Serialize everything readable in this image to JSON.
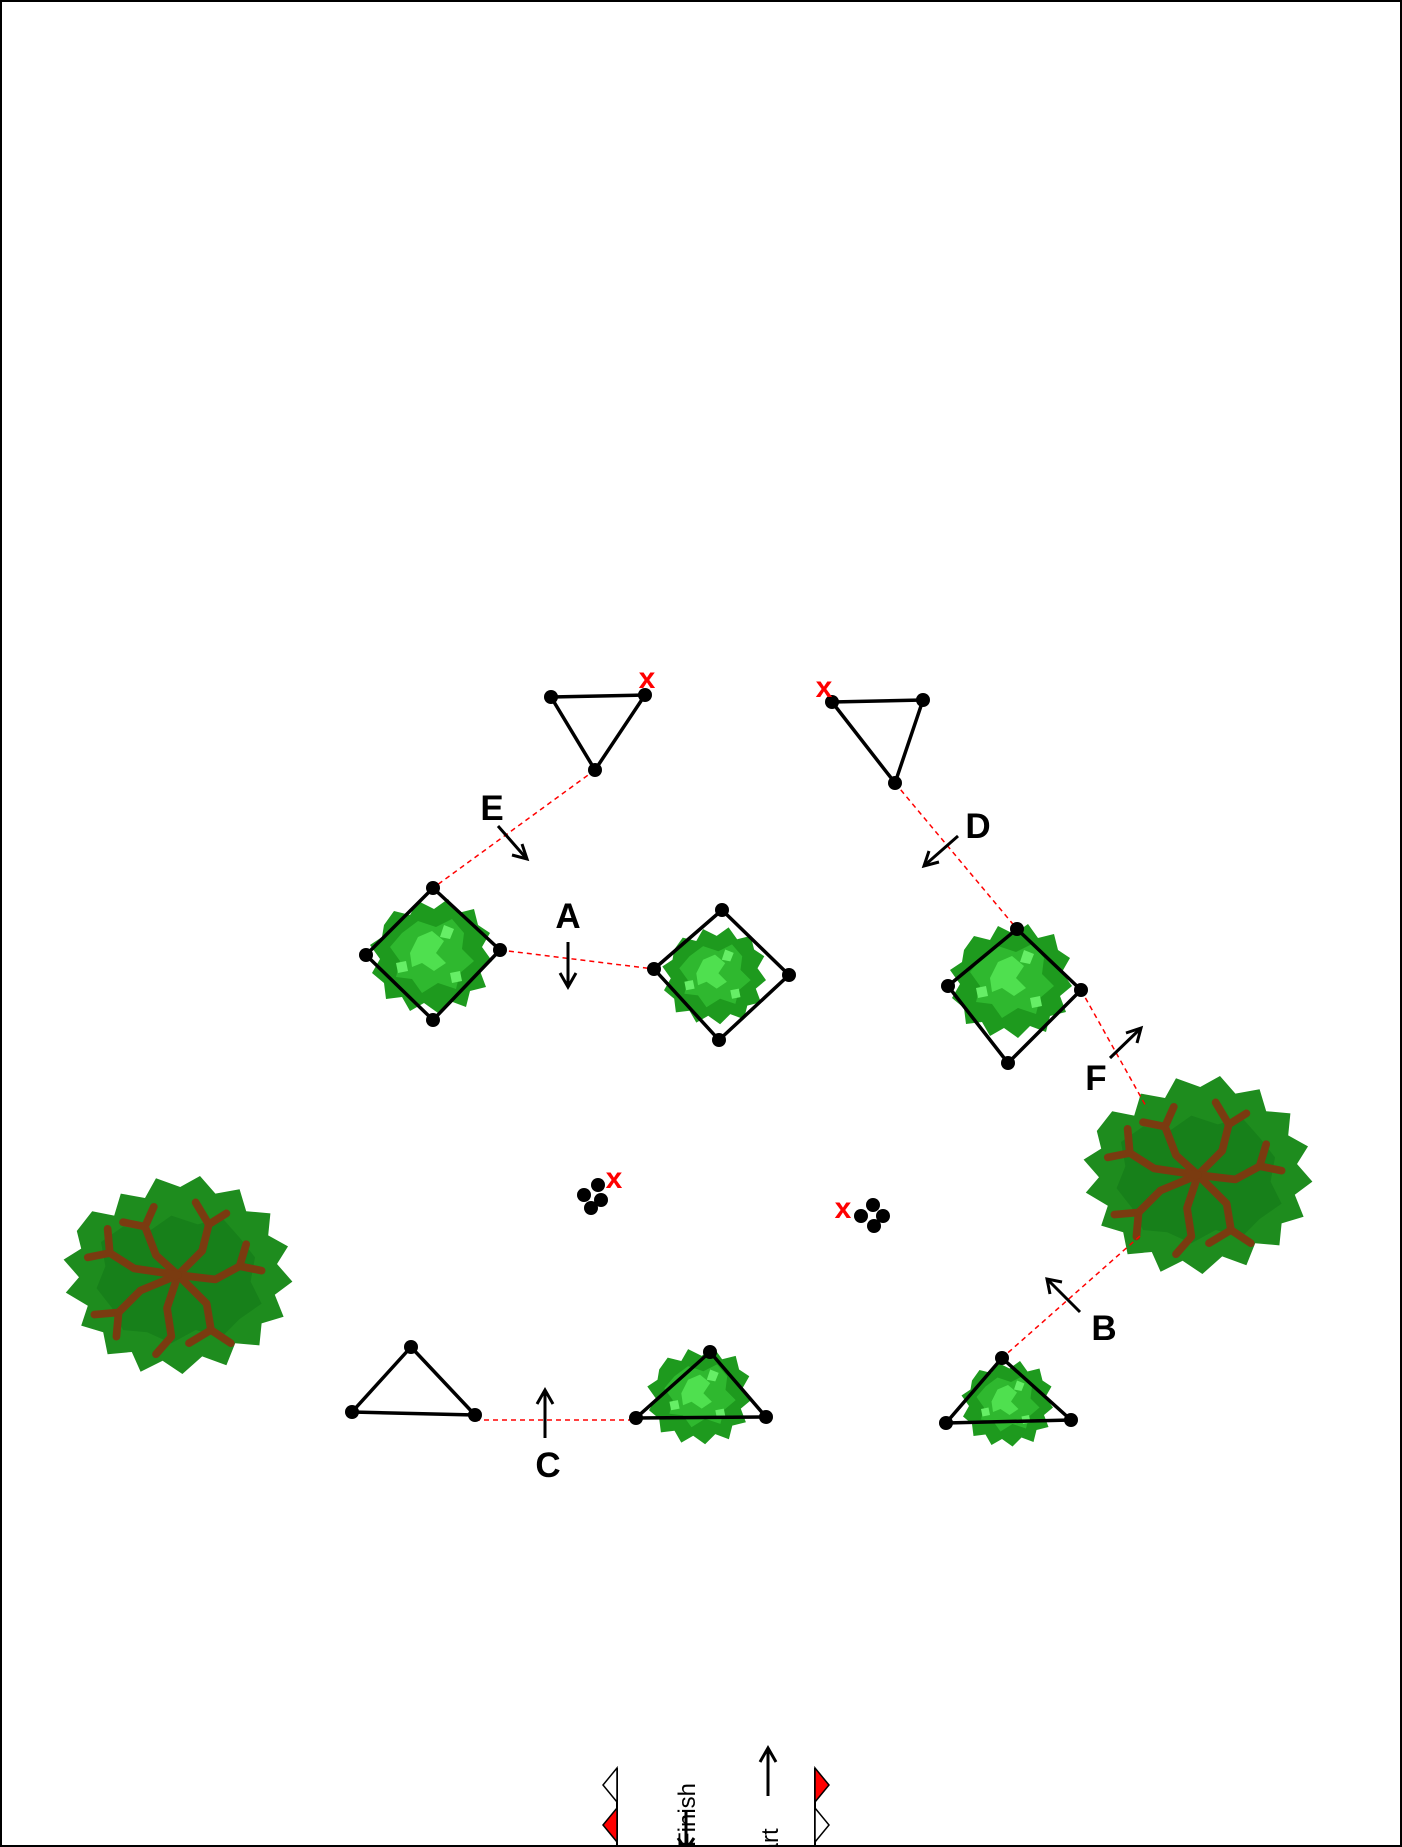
{
  "legs": [
    {
      "id": "A",
      "label": "A"
    },
    {
      "id": "B",
      "label": "B"
    },
    {
      "id": "C",
      "label": "C"
    },
    {
      "id": "D",
      "label": "D"
    },
    {
      "id": "E",
      "label": "E"
    },
    {
      "id": "F",
      "label": "F"
    }
  ],
  "markers": {
    "x": "x"
  },
  "gate": {
    "finish_label": "Finish",
    "start_label": "Start"
  },
  "colors": {
    "border": "#000000",
    "course_line": "#ff0000",
    "bush_dark": "#1e9a1e",
    "bush_light": "#3cd23c",
    "tree_canopy": "#1e8c1e",
    "tree_branch": "#7a3b10",
    "flag_red": "#ff0000"
  },
  "icons": [
    "bush-icon",
    "tree-icon",
    "pole-cluster-icon",
    "flag-icon",
    "arrow-icon"
  ]
}
